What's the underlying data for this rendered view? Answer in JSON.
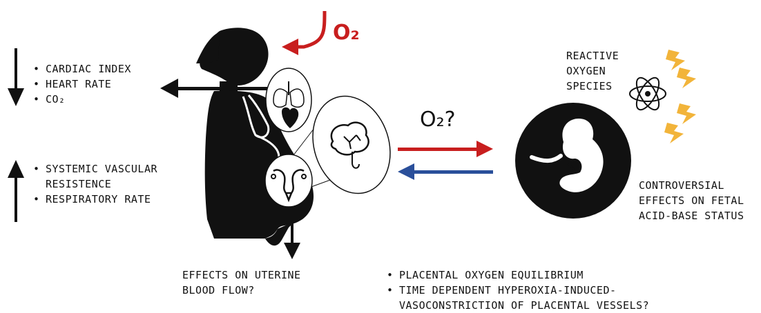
{
  "maternal": {
    "decrease_items": [
      "CARDIAC INDEX",
      "HEART RATE",
      "CO₂"
    ],
    "increase_items": [
      "SYSTEMIC VASCULAR RESISTENCE",
      "RESPIRATORY RATE"
    ],
    "decrease_item_1_line2": "",
    "increase_item_1_line1": "SYSTEMIC VASCULAR",
    "increase_item_1_line2": "RESISTENCE",
    "uterine_line1": "EFFECTS ON UTERINE",
    "uterine_line2": "BLOOD FLOW?"
  },
  "oxygen": {
    "supply_label": "O₂",
    "exchange_label": "O₂?"
  },
  "fetal": {
    "ros_line1": "REACTIVE",
    "ros_line2": "OXYGEN",
    "ros_line3": "SPECIES",
    "effects_line1": "CONTROVERSIAL",
    "effects_line2": "EFFECTS ON FETAL",
    "effects_line3": "ACID-BASE STATUS"
  },
  "placenta": {
    "item1": "PLACENTAL OXYGEN EQUILIBRIUM",
    "item2_line1": "TIME DEPENDENT HYPEROXIA-INDUCED-",
    "item2_line2": "VASOCONSTRICTION OF PLACENTAL VESSELS?"
  },
  "colors": {
    "red": "#c81e1e",
    "blue": "#2a4f9a",
    "black": "#111111",
    "lightning": "#f2b43a"
  },
  "icons": [
    "down-arrow-icon",
    "up-arrow-icon",
    "left-arrow-icon",
    "oxygen-arrow-icon",
    "pregnant-woman-icon",
    "lungs-heart-icon",
    "brain-icon",
    "uterus-icon",
    "fetus-icon",
    "atom-icon",
    "lightning-icon",
    "right-arrow-icon"
  ]
}
